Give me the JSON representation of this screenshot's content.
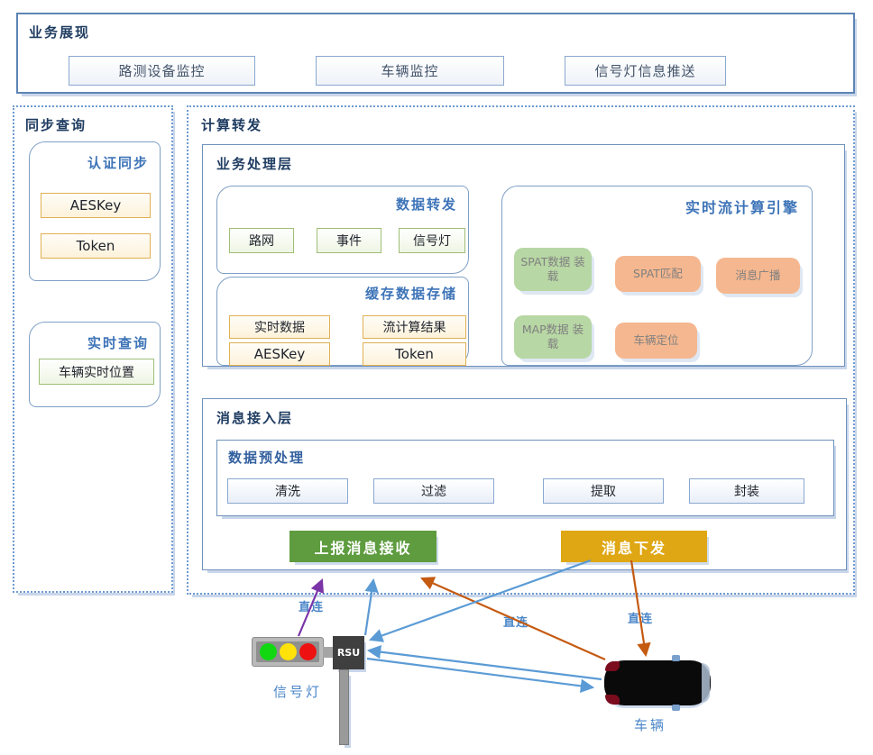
{
  "top": {
    "title": "业务展现",
    "items": [
      "路测设备监控",
      "车辆监控",
      "信号灯信息推送"
    ]
  },
  "sidebar": {
    "title": "同步查询",
    "auth": {
      "title": "认证同步",
      "items": [
        "AESKey",
        "Token"
      ]
    },
    "realtime": {
      "title": "实时查询",
      "items": [
        "车辆实时位置"
      ]
    }
  },
  "main": {
    "title": "计算转发",
    "business_layer": {
      "title": "业务处理层",
      "data_forward": {
        "title": "数据转发",
        "items": [
          "路网",
          "事件",
          "信号灯"
        ]
      },
      "cache_store": {
        "title": "缓存数据存储",
        "items": [
          "实时数据",
          "流计算结果",
          "AESKey",
          "Token"
        ]
      },
      "stream_engine": {
        "title": "实时流计算引擎",
        "green_pills": [
          "SPAT数据 装载",
          "MAP数据 装载"
        ],
        "orange_pills": [
          "SPAT匹配",
          "消息广播",
          "车辆定位"
        ]
      }
    },
    "message_layer": {
      "title": "消息接入层",
      "preprocess": {
        "title": "数据预处理",
        "items": [
          "清洗",
          "过滤",
          "提取",
          "封装"
        ]
      },
      "buttons": {
        "receive": "上报消息接收",
        "send": "消息下发"
      }
    }
  },
  "bottom": {
    "traffic_light_label": "信号灯",
    "rsu_label": "RSU",
    "vehicle_label": "车辆",
    "link_labels": [
      "直连",
      "直连",
      "直连"
    ]
  },
  "colors": {
    "navy_title": "#1f3c61",
    "blue_subtitle": "#3e74b8",
    "link_label_blue": "#4a86c8",
    "receive_button_green": "#5e9c3f",
    "send_button_gold": "#dfa714",
    "arrow_blue": "#5b9bd5",
    "arrow_orange": "#c55a11",
    "arrow_purple": "#7b35a8",
    "light_green": "#12d812",
    "light_yellow": "#ffe20a",
    "light_red": "#ee1111"
  }
}
